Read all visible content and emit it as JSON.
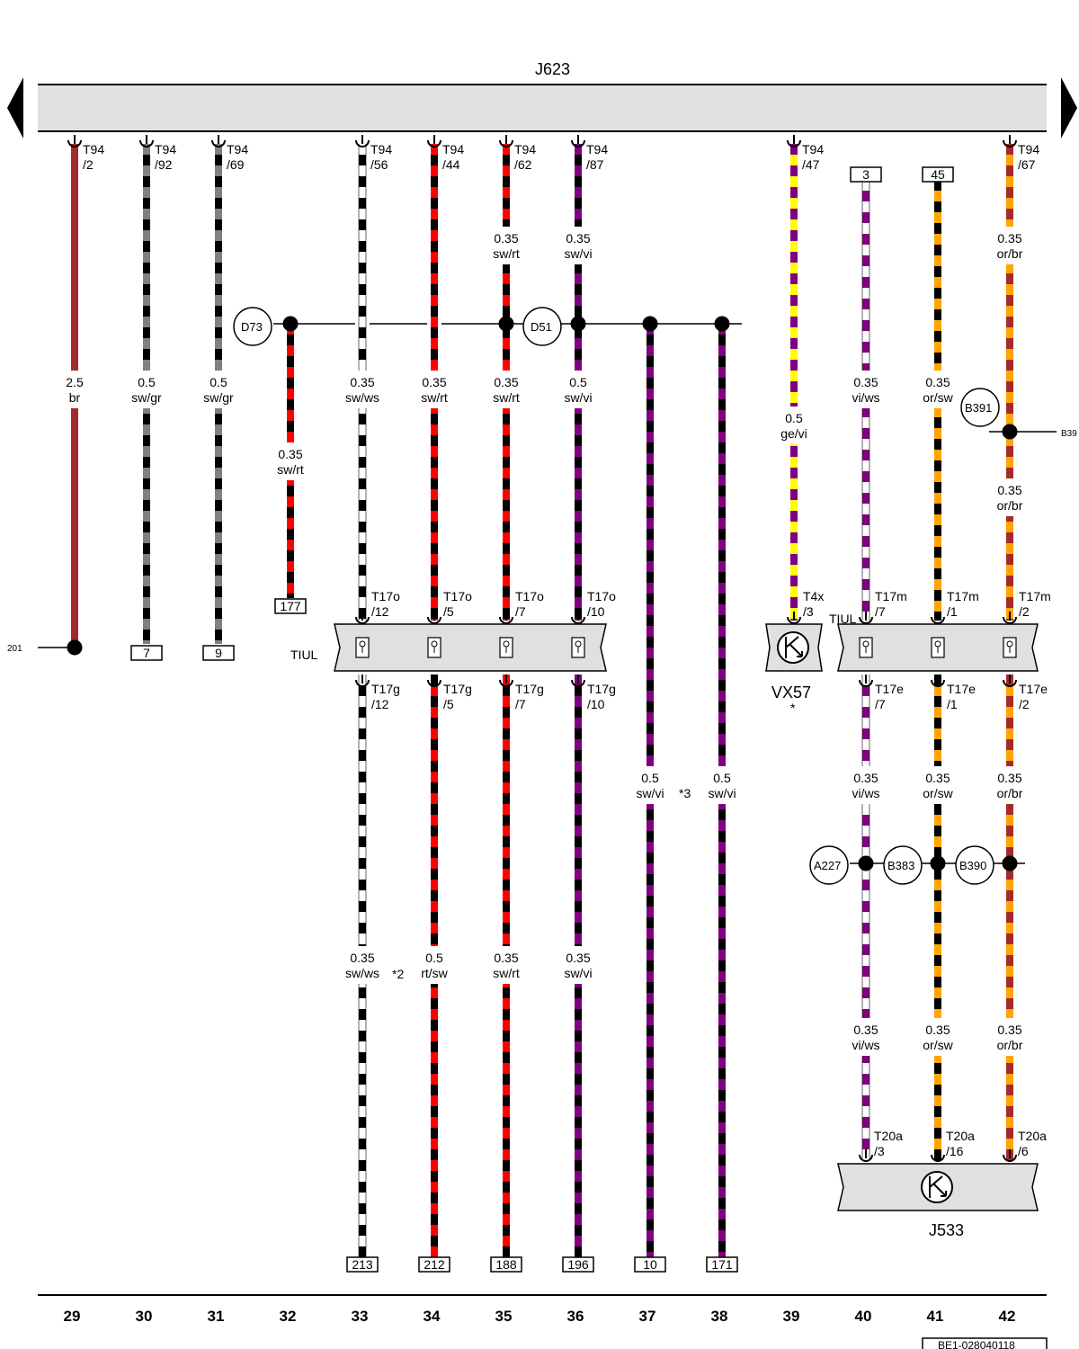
{
  "module_top": {
    "label": "J623"
  },
  "module_bottom": {
    "label": "J533"
  },
  "sensor": {
    "label": "VX57",
    "note": "*"
  },
  "tiul_left": "TIUL",
  "tiul_right": "TIUL",
  "footer_code": "BE1-028040118",
  "edge_left_ref": "201",
  "edge_right_ref": "B39",
  "splice_labels": {
    "d73": "D73",
    "d51": "D51",
    "b391": "B391",
    "a227": "A227",
    "b383": "B383",
    "b390": "B390"
  },
  "notes": {
    "n2": "*2",
    "n3": "*3"
  },
  "columns": [
    {
      "num": "29",
      "pin": "T94\n/2",
      "wire_size": "2.5",
      "wire_color": "br",
      "ref": ""
    },
    {
      "num": "30",
      "pin": "T94\n/92",
      "wire_size": "0.5",
      "wire_color": "sw/gr",
      "ref": "7"
    },
    {
      "num": "31",
      "pin": "T94\n/69",
      "wire_size": "0.5",
      "wire_color": "sw/gr",
      "ref": "9"
    },
    {
      "num": "32",
      "wire_size": "0.35",
      "wire_color": "sw/rt",
      "ref": "177"
    },
    {
      "num": "33",
      "pin": "T94\n/56",
      "wire_size": "0.35",
      "wire_color": "sw/ws",
      "conn_top": "T17o\n/12",
      "conn_bot": "T17g\n/12",
      "wire2_size": "0.35",
      "wire2_color": "sw/ws",
      "ref": "213"
    },
    {
      "num": "34",
      "pin": "T94\n/44",
      "wire_size": "0.35",
      "wire_color": "sw/rt",
      "conn_top": "T17o\n/5",
      "conn_bot": "T17g\n/5",
      "wire2_size": "0.5",
      "wire2_color": "rt/sw",
      "ref": "212"
    },
    {
      "num": "35",
      "pin": "T94\n/62",
      "wire0_size": "0.35",
      "wire0_color": "sw/rt",
      "wire_size": "0.35",
      "wire_color": "sw/rt",
      "conn_top": "T17o\n/7",
      "conn_bot": "T17g\n/7",
      "wire2_size": "0.35",
      "wire2_color": "sw/rt",
      "ref": "188"
    },
    {
      "num": "36",
      "pin": "T94\n/87",
      "wire0_size": "0.35",
      "wire0_color": "sw/vi",
      "wire_size": "0.5",
      "wire_color": "sw/vi",
      "conn_top": "T17o\n/10",
      "conn_bot": "T17g\n/10",
      "wire2_size": "0.35",
      "wire2_color": "sw/vi",
      "ref": "196"
    },
    {
      "num": "37",
      "wire_size": "0.5",
      "wire_color": "sw/vi",
      "ref": "10"
    },
    {
      "num": "38",
      "wire_size": "0.5",
      "wire_color": "sw/vi",
      "ref": "171"
    },
    {
      "num": "39",
      "pin": "T94\n/47",
      "wire_size": "0.5",
      "wire_color": "ge/vi",
      "conn_top": "T4x\n/3"
    },
    {
      "num": "40",
      "top_ref": "3",
      "wire_size": "0.35",
      "wire_color": "vi/ws",
      "conn_top": "T17m\n/7",
      "conn_bot": "T17e\n/7",
      "wire2_size": "0.35",
      "wire2_color": "vi/ws",
      "wire3_size": "0.35",
      "wire3_color": "vi/ws",
      "conn_end": "T20a\n/3"
    },
    {
      "num": "41",
      "top_ref": "45",
      "wire_size": "0.35",
      "wire_color": "or/sw",
      "conn_top": "T17m\n/1",
      "conn_bot": "T17e\n/1",
      "wire2_size": "0.35",
      "wire2_color": "or/sw",
      "wire3_size": "0.35",
      "wire3_color": "or/sw",
      "conn_end": "T20a\n/16"
    },
    {
      "num": "42",
      "pin": "T94\n/67",
      "wire0_size": "0.35",
      "wire0_color": "or/br",
      "wire_size": "0.35",
      "wire_color": "or/br",
      "conn_top": "T17m\n/2",
      "conn_bot": "T17e\n/2",
      "wire2_size": "0.35",
      "wire2_color": "or/br",
      "wire3_size": "0.35",
      "wire3_color": "or/br",
      "conn_end": "T20a\n/6"
    }
  ],
  "colors": {
    "brown": "#a52a2a",
    "black": "#000000",
    "grey": "#808080",
    "red": "#ff0000",
    "white": "#ffffff",
    "violet": "#800080",
    "yellow": "#ffff00",
    "orange": "#ffa500",
    "box_fill": "#e0e0e0"
  }
}
